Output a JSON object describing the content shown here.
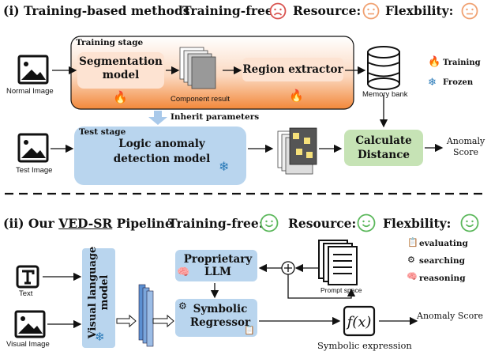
{
  "section1": {
    "title": "(i) Training-based methods",
    "badges": [
      {
        "label": "Training-free:",
        "face": "sad"
      },
      {
        "label": "Resource:",
        "face": "neutral"
      },
      {
        "label": "Flexbility:",
        "face": "neutral"
      }
    ],
    "training_stage": "Training stage",
    "segmentation_model": "Segmentation model",
    "component_result": "Component result",
    "region_extractor": "Region extractor",
    "memory_bank": "Memory bank",
    "normal_image": "Normal Image",
    "legend_training": "Training",
    "legend_frozen": "Frozen",
    "inherit": "Inherit parameters",
    "test_stage": "Test stage",
    "logic_model": "Logic anomaly detection model",
    "test_image": "Test Image",
    "calculate": "Calculate Distance",
    "anomaly_score": "Anomaly Score"
  },
  "section2": {
    "prefix": "(ii) Our ",
    "name": "VED-SR",
    "suffix": " Pipeline",
    "badges": [
      {
        "label": "Training-free:",
        "face": "happy"
      },
      {
        "label": "Resource:",
        "face": "happy"
      },
      {
        "label": "Flexbility:",
        "face": "happy"
      }
    ],
    "text_label": "Text",
    "visual_image": "Visual Image",
    "vlm": "Visual language model",
    "llm": "Proprietary LLM",
    "regressor": "Symbolic Regressor",
    "prompt_space": "Prompt space",
    "symbolic_expression": "Symbolic expression",
    "anomaly_score": "Anomaly Score",
    "legend": [
      "evaluating",
      "searching",
      "reasoning"
    ]
  },
  "colors": {
    "sad": "#d9534f",
    "neutral": "#f0a070",
    "happy": "#5cb85c",
    "blue_box": "#b9d5ee",
    "green_box": "#c6e3b5",
    "orange_light": "#fde9dc",
    "orange_dark": "#f28a3a"
  }
}
